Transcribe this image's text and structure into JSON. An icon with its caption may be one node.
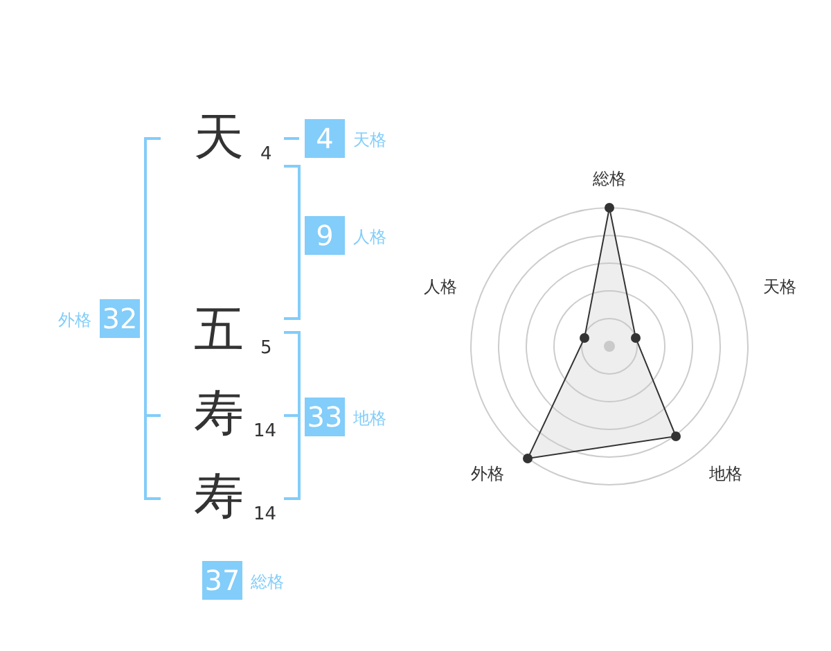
{
  "diagram": {
    "nodes": [
      {
        "text": [
          "4"
        ],
        "beside": [
          "天格"
        ]
      },
      {
        "text": [
          "9"
        ],
        "beside": [
          "人格"
        ]
      },
      {
        "text": [
          "32"
        ],
        "beside": [
          "外格"
        ]
      },
      {
        "text": [
          "33"
        ],
        "beside": [
          "地格"
        ]
      },
      {
        "text": [
          "37"
        ],
        "beside": [
          "総格"
        ]
      }
    ],
    "labels": [
      "天",
      "4",
      "五",
      "5",
      "寿",
      "14",
      "寿",
      "14",
      "総格",
      "人格",
      "天格",
      "外格",
      "地格"
    ]
  }
}
